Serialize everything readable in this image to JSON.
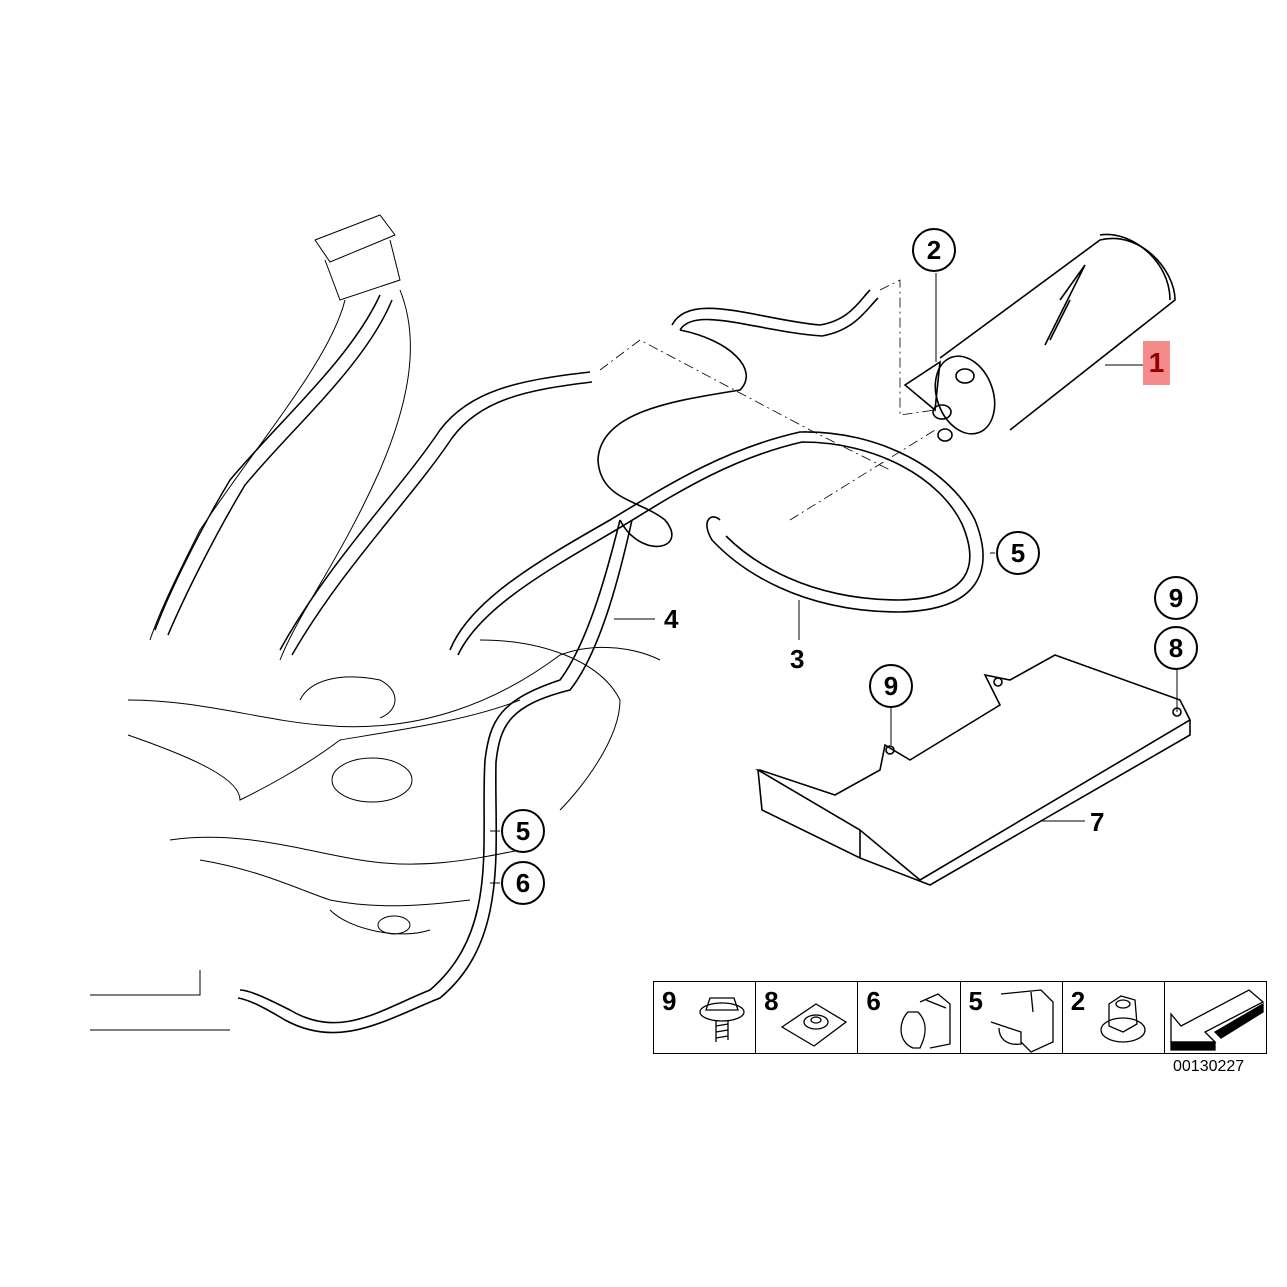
{
  "diagram": {
    "highlighted_callout": {
      "label": "1",
      "bg_color": "#f58a8a",
      "text_color": "#8b0000"
    },
    "callouts": [
      {
        "id": "c2",
        "label": "2"
      },
      {
        "id": "c5a",
        "label": "5"
      },
      {
        "id": "c9a",
        "label": "9"
      },
      {
        "id": "c8a",
        "label": "8"
      },
      {
        "id": "c9b",
        "label": "9"
      },
      {
        "id": "c5b",
        "label": "5"
      },
      {
        "id": "c6",
        "label": "6"
      }
    ],
    "plain_labels": [
      {
        "id": "l4",
        "label": "4"
      },
      {
        "id": "l3",
        "label": "3"
      },
      {
        "id": "l7",
        "label": "7"
      }
    ]
  },
  "legend": {
    "items": [
      {
        "label": "9",
        "icon": "screw-with-washer-icon"
      },
      {
        "label": "8",
        "icon": "clip-nut-icon"
      },
      {
        "label": "6",
        "icon": "hose-clip-icon"
      },
      {
        "label": "5",
        "icon": "hose-holder-icon"
      },
      {
        "label": "2",
        "icon": "collar-nut-icon"
      },
      {
        "label": "",
        "icon": "direction-arrow-icon"
      }
    ]
  },
  "document_id": "00130227"
}
